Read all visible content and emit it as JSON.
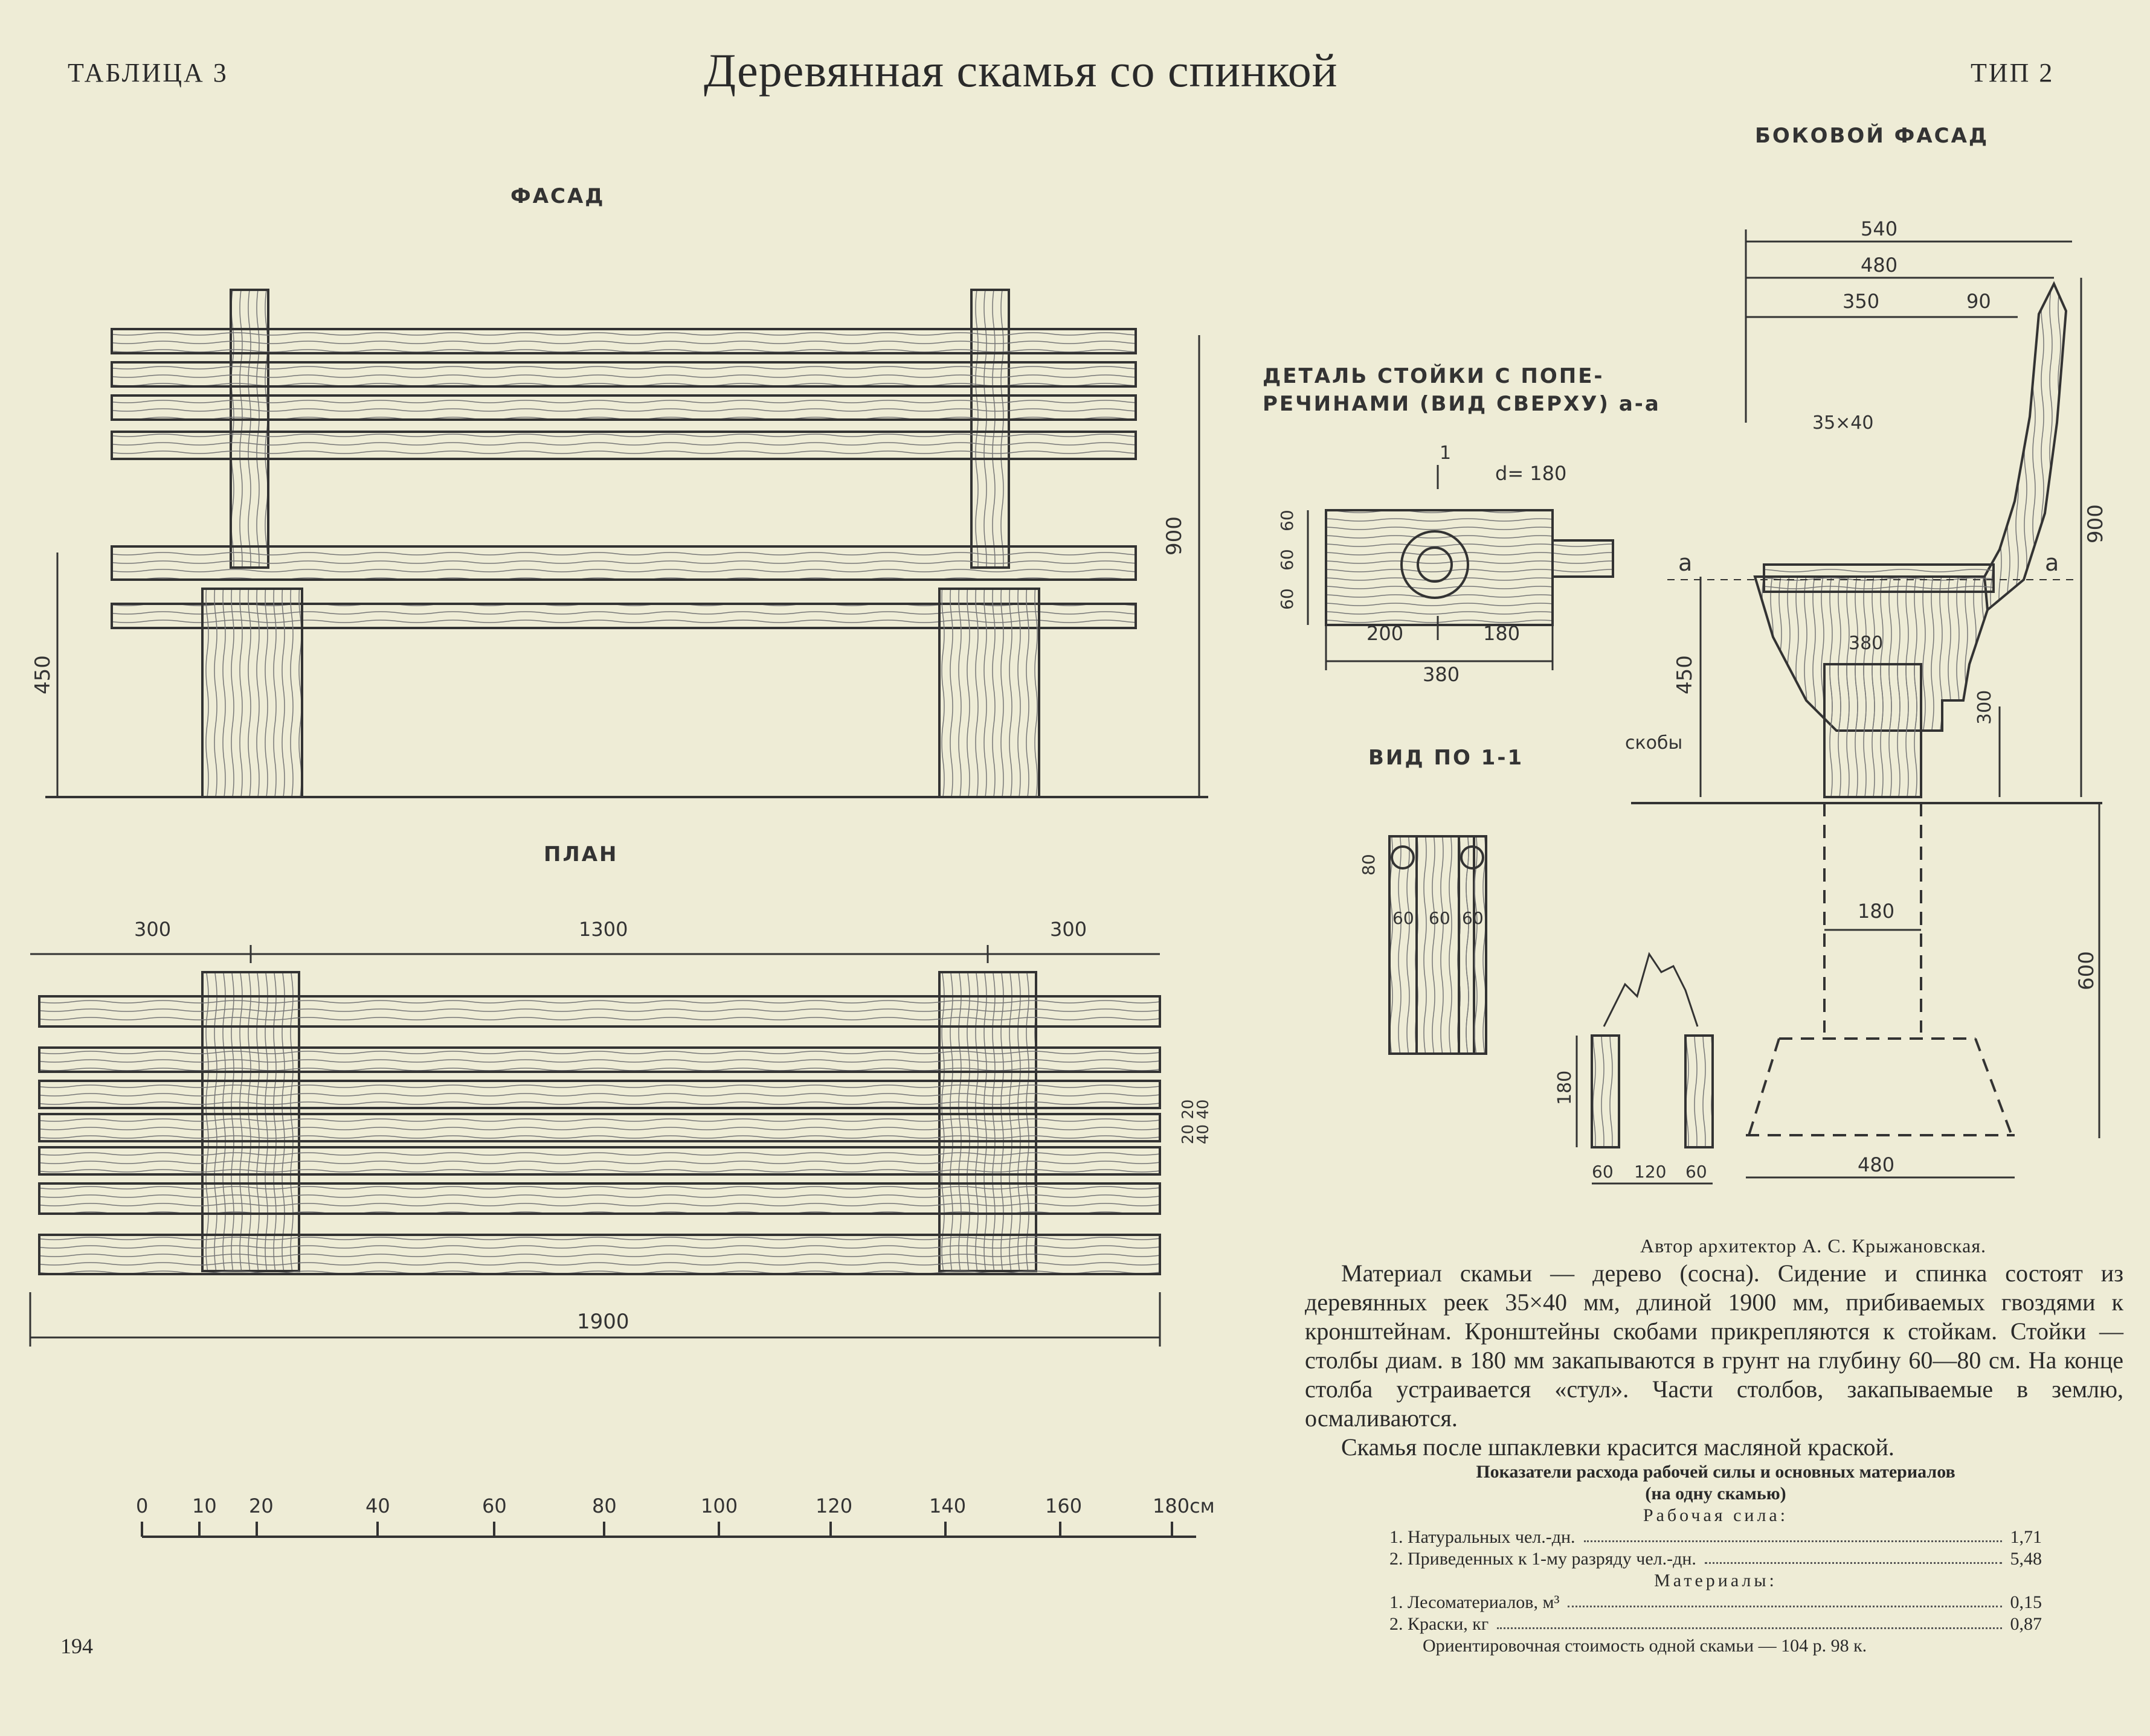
{
  "header": {
    "table_label": "ТАБЛИЦА 3",
    "title": "Деревянная скамья со спинкой",
    "type_label": "ТИП 2"
  },
  "sections": {
    "facade": "ФАСАД",
    "plan": "ПЛАН",
    "side_facade": "БОКОВОЙ ФАСАД",
    "detail": "ДЕТАЛЬ СТОЙКИ С ПОПЕ-\nРЕЧИНАМИ (ВИД СВЕРХУ) a-a",
    "view_1_1": "ВИД ПО 1-1"
  },
  "dimensions": {
    "facade_height": "900",
    "facade_seat": "450",
    "plan_left": "300",
    "plan_mid": "1300",
    "plan_right": "300",
    "plan_total": "1900",
    "plan_gaps": [
      "20",
      "20",
      "40",
      "40"
    ],
    "detail_d": "d= 180",
    "detail_rows": [
      "60",
      "60",
      "60"
    ],
    "detail_left": "200",
    "detail_right": "180",
    "detail_total": "380",
    "detail_marker": "1",
    "view_h": "80",
    "view_w": [
      "60",
      "60",
      "60"
    ],
    "side_540": "540",
    "side_480": "480",
    "side_350": "350",
    "side_90": "90",
    "side_slat": "35×40",
    "side_900": "900",
    "side_450": "450",
    "side_380": "380",
    "side_300": "300",
    "side_section": "a",
    "side_brackets": "скобы",
    "post_diam": "180",
    "post_depth": "600",
    "post_base": "480",
    "stool_h": "180",
    "stool_w": [
      "60",
      "120",
      "60"
    ]
  },
  "scale": {
    "ticks": [
      "0",
      "10",
      "20",
      "40",
      "60",
      "80",
      "100",
      "120",
      "140",
      "160",
      "180см"
    ]
  },
  "author": "Автор архитектор А. С. Крыжановская.",
  "notes": [
    "Материал скамьи — дерево (сосна). Сидение и спинка состоят из деревянных реек 35×40 мм, длиной 1900 мм, прибиваемых гвоздями к кронштейнам. Кронштейны скобами прикрепляются к стойкам. Стойки — столбы диам. в 180 мм закапываются в грунт на глубину 60—80 см. На конце столба устраивается «стул». Части столбов, закапываемые в землю, осмаливаются.",
    "Скамья после шпаклевки красится масляной краской."
  ],
  "table": {
    "title": "Показатели расхода рабочей силы и основных материалов",
    "subtitle": "(на одну скамью)",
    "labor_header": "Рабочая сила:",
    "labor": [
      {
        "label": "1. Натуральных чел.-дн.",
        "value": "1,71"
      },
      {
        "label": "2. Приведенных к 1-му разряду чел.-дн.",
        "value": "5,48"
      }
    ],
    "materials_header": "Материалы:",
    "materials": [
      {
        "label": "1. Лесоматериалов, м³",
        "value": "0,15"
      },
      {
        "label": "2. Краски, кг",
        "value": "0,87"
      }
    ],
    "cost": "Ориентировочная стоимость одной скамьи — 104 р. 98 к."
  },
  "page_number": "194"
}
